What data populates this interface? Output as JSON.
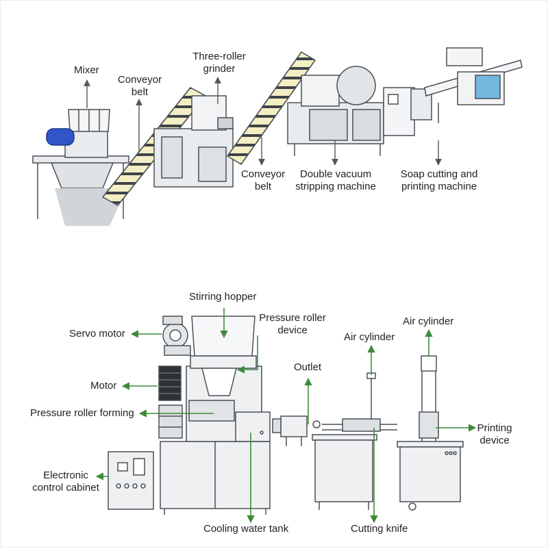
{
  "colors": {
    "top_arrow": "#555555",
    "bottom_arrow": "#3f8a3a",
    "machine_fill": "#e9ecee",
    "machine_stroke": "#4a4f55",
    "conveyor_slat": "#f3eec4",
    "motor_blue": "#2f55c8",
    "cutter_blue": "#74b8e0",
    "text": "#222222"
  },
  "top_line": {
    "labels": {
      "mixer": "Mixer",
      "conveyor_belt_1": [
        "Conveyor",
        "belt"
      ],
      "three_roller_grinder": [
        "Three-roller",
        "grinder"
      ],
      "conveyor_belt_2": [
        "Conveyor",
        "belt"
      ],
      "double_vacuum": [
        "Double vacuum",
        "stripping machine"
      ],
      "soap_cutting": [
        "Soap cutting and",
        "printing machine"
      ]
    }
  },
  "bottom_line": {
    "labels": {
      "stirring_hopper": "Stirring hopper",
      "servo_motor": "Servo motor",
      "pressure_roller_device": [
        "Pressure roller",
        "device"
      ],
      "motor": "Motor",
      "pressure_roller_forming": "Pressure roller forming",
      "outlet": "Outlet",
      "electronic_control_cabinet": [
        "Electronic",
        "control cabinet"
      ],
      "cooling_water_tank": "Cooling water tank",
      "air_cylinder_left": "Air cylinder",
      "air_cylinder_right": "Air cylinder",
      "printing_device": [
        "Printing",
        "device"
      ],
      "cutting_knife": "Cutting knife"
    }
  }
}
